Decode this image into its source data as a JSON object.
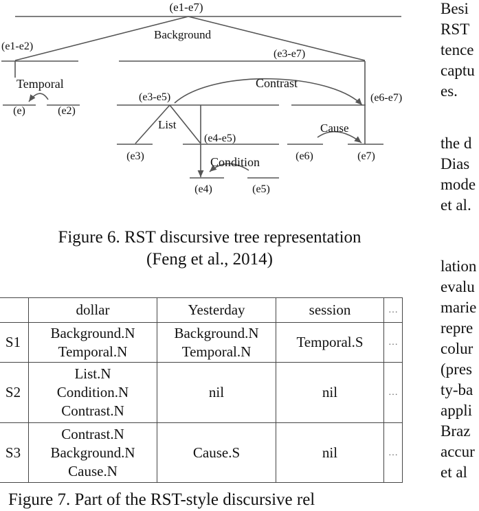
{
  "figure6": {
    "nodes": {
      "root": "(e1-e7)",
      "e1_e2": "(e1-e2)",
      "e3_e7": "(e3-e7)",
      "e3_e5": "(e3-e5)",
      "e6_e7": "(e6-e7)",
      "e4_e5": "(e4-e5)",
      "e": "(e)",
      "e2": "(e2)",
      "e3": "(e3)",
      "e6": "(e6)",
      "e7": "(e7)",
      "e4": "(e4)",
      "e5": "(e5)"
    },
    "relations": {
      "background": "Background",
      "temporal": "Temporal",
      "contrast": "Contrast",
      "list": "List",
      "cause": "Cause",
      "condition": "Condition"
    },
    "caption_line1": "Figure 6. RST discursive tree representation",
    "caption_line2": "(Feng et al., 2014)"
  },
  "table": {
    "header": [
      "",
      "dollar",
      "Yesterday",
      "session",
      "…"
    ],
    "rows": [
      {
        "label": "S1",
        "cells": [
          [
            "Background.N",
            "Temporal.N"
          ],
          [
            "Background.N",
            "Temporal.N"
          ],
          [
            "Temporal.S"
          ]
        ],
        "ellipsis": "…"
      },
      {
        "label": "S2",
        "cells": [
          [
            "List.N",
            "Condition.N",
            "Contrast.N"
          ],
          [
            "nil"
          ],
          [
            "nil"
          ]
        ],
        "ellipsis": "…"
      },
      {
        "label": "S3",
        "cells": [
          [
            "Contrast.N",
            "Background.N",
            "Cause.N"
          ],
          [
            "Cause.S"
          ],
          [
            "nil"
          ]
        ],
        "ellipsis": "…"
      }
    ]
  },
  "figure7_caption_partial": "Figure 7. Part of the RST-style discursive rel",
  "right_column": [
    "Besi",
    "RST",
    "tence",
    "captu",
    "es.",
    "",
    "the d",
    "Dias",
    "mode",
    "et al.",
    "",
    "lation",
    "evalu",
    "marie",
    "repre",
    "colur",
    "(pres",
    "ty-ba",
    "appli",
    "Braz",
    "accur",
    "et al"
  ]
}
